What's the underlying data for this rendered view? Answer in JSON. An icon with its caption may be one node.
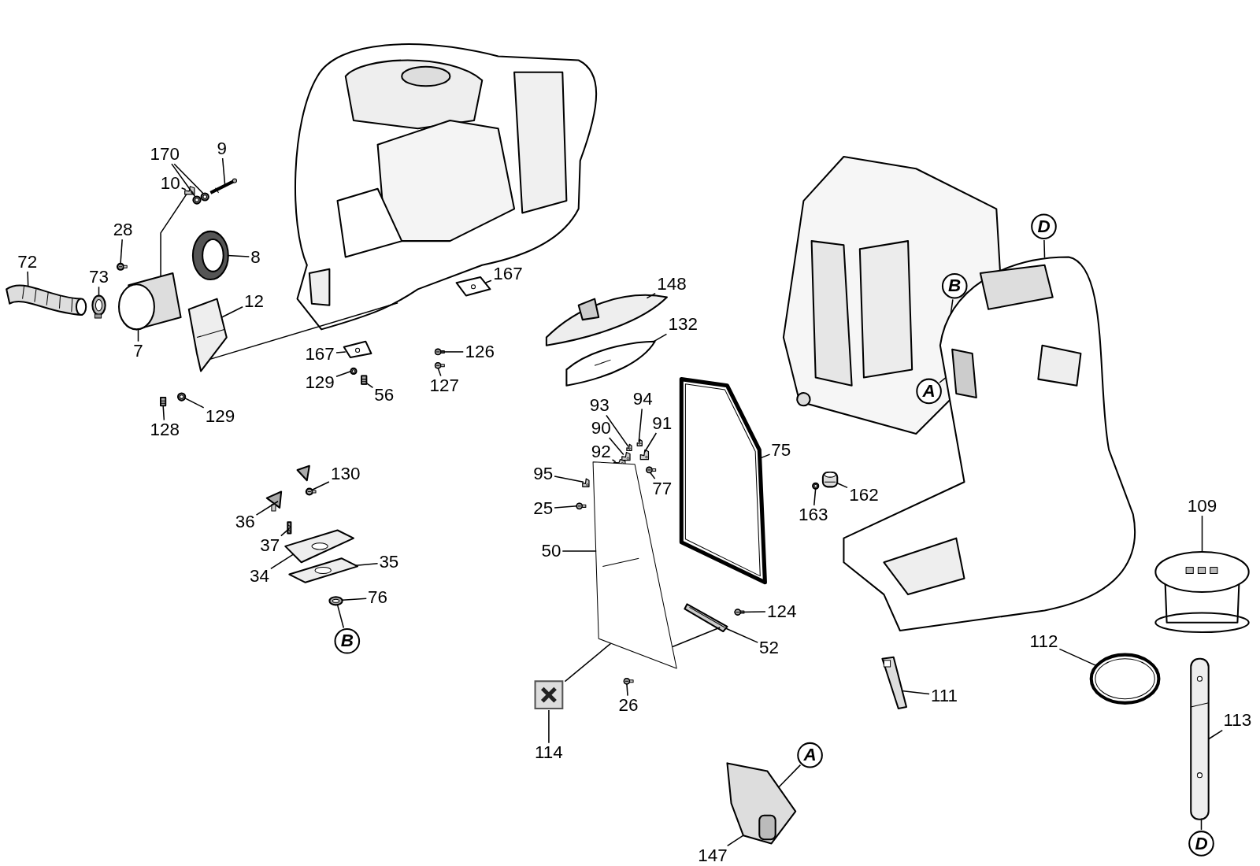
{
  "diagram": {
    "nodes": [
      {
        "text": [
          "170"
        ]
      },
      {
        "text": [
          "9"
        ]
      },
      {
        "text": [
          "10"
        ]
      },
      {
        "text": [
          "28"
        ]
      },
      {
        "text": [
          "72"
        ]
      },
      {
        "text": [
          "73"
        ]
      },
      {
        "text": [
          "8"
        ]
      },
      {
        "text": [
          "12"
        ]
      },
      {
        "text": [
          "7"
        ]
      },
      {
        "text": [
          "167"
        ]
      },
      {
        "text": [
          "148"
        ]
      },
      {
        "text": [
          "132"
        ]
      },
      {
        "text": [
          "167"
        ]
      },
      {
        "text": [
          "126"
        ]
      },
      {
        "text": [
          "129"
        ]
      },
      {
        "text": [
          "56"
        ]
      },
      {
        "text": [
          "127"
        ]
      },
      {
        "text": [
          "129"
        ]
      },
      {
        "text": [
          "128"
        ]
      },
      {
        "text": [
          "93"
        ]
      },
      {
        "text": [
          "94"
        ]
      },
      {
        "text": [
          "90"
        ]
      },
      {
        "text": [
          "91"
        ]
      },
      {
        "text": [
          "92"
        ]
      },
      {
        "text": [
          "75"
        ]
      },
      {
        "text": [
          "95"
        ]
      },
      {
        "text": [
          "77"
        ]
      },
      {
        "text": [
          "25"
        ]
      },
      {
        "text": [
          "50"
        ]
      },
      {
        "text": [
          "163"
        ]
      },
      {
        "text": [
          "162"
        ]
      },
      {
        "text": [
          "109"
        ]
      },
      {
        "text": [
          "130"
        ]
      },
      {
        "text": [
          "36"
        ]
      },
      {
        "text": [
          "37"
        ]
      },
      {
        "text": [
          "35"
        ]
      },
      {
        "text": [
          "34"
        ]
      },
      {
        "text": [
          "76"
        ]
      },
      {
        "text": [
          "B"
        ]
      },
      {
        "text": [
          "124"
        ]
      },
      {
        "text": [
          "52"
        ]
      },
      {
        "text": [
          "112"
        ]
      },
      {
        "text": [
          "111"
        ]
      },
      {
        "text": [
          "26"
        ]
      },
      {
        "text": [
          "113"
        ]
      },
      {
        "text": [
          "114"
        ]
      },
      {
        "text": [
          "A"
        ]
      },
      {
        "text": [
          "147"
        ]
      },
      {
        "text": [
          "D"
        ]
      },
      {
        "text": [
          "A"
        ]
      },
      {
        "text": [
          "B"
        ]
      },
      {
        "text": [
          "D"
        ]
      },
      {
        "text": [],
        "shape": "picture"
      },
      {
        "text": [],
        "shape": "picture"
      },
      {
        "text": [],
        "shape": "picture"
      },
      {
        "text": [],
        "shape": "picture"
      },
      {
        "text": [],
        "shape": "picture"
      },
      {
        "text": [],
        "shape": "picture"
      },
      {
        "text": [],
        "shape": "picture"
      },
      {
        "text": [],
        "shape": "picture"
      },
      {
        "text": [],
        "shape": "picture"
      },
      {
        "text": [],
        "shape": "picture"
      },
      {
        "text": [],
        "shape": "picture"
      },
      {
        "text": [],
        "shape": "picture"
      },
      {
        "text": [],
        "shape": "picture"
      },
      {
        "text": [],
        "shape": "picture"
      },
      {
        "text": [],
        "shape": "picture"
      },
      {
        "text": [],
        "shape": "picture"
      },
      {
        "text": [],
        "shape": "picture"
      },
      {
        "text": [],
        "shape": "picture"
      },
      {
        "text": [],
        "shape": "picture"
      },
      {
        "text": [],
        "shape": "picture"
      },
      {
        "text": [],
        "shape": "picture"
      },
      {
        "text": [],
        "shape": "picture"
      },
      {
        "text": [],
        "shape": "picture"
      },
      {
        "text": [],
        "shape": "picture"
      },
      {
        "text": [],
        "shape": "picture"
      },
      {
        "text": [],
        "shape": "picture"
      },
      {
        "text": [],
        "shape": "picture"
      },
      {
        "text": [],
        "shape": "picture"
      },
      {
        "text": [],
        "shape": "picture"
      },
      {
        "text": [],
        "shape": "picture"
      },
      {
        "text": [],
        "shape": "picture"
      },
      {
        "text": [],
        "shape": "picture"
      },
      {
        "text": [],
        "shape": "picture"
      },
      {
        "text": [],
        "shape": "picture"
      },
      {
        "text": [],
        "shape": "picture"
      },
      {
        "text": [],
        "shape": "picture"
      },
      {
        "text": [],
        "shape": "picture"
      },
      {
        "text": [],
        "shape": "picture"
      },
      {
        "text": [],
        "shape": "picture"
      },
      {
        "text": [],
        "shape": "picture"
      },
      {
        "text": [],
        "shape": "picture"
      },
      {
        "text": [],
        "shape": "picture"
      },
      {
        "text": [],
        "shape": "picture"
      },
      {
        "text": [],
        "shape": "picture"
      },
      {
        "text": [],
        "shape": "picture"
      },
      {
        "text": [],
        "shape": "picture"
      },
      {
        "text": [],
        "shape": "picture"
      },
      {
        "text": [],
        "shape": "picture"
      },
      {
        "text": [],
        "shape": "picture"
      }
    ],
    "edges": [
      {
        "from": 0,
        "to": 53,
        "arrow": "none"
      },
      {
        "from": 0,
        "to": 54,
        "arrow": "none"
      },
      {
        "from": 1,
        "to": 55,
        "arrow": "none"
      },
      {
        "from": 2,
        "to": 56,
        "arrow": "none"
      },
      {
        "from": 3,
        "to": 57,
        "arrow": "none"
      },
      {
        "from": 4,
        "to": 58,
        "arrow": "none"
      },
      {
        "from": 5,
        "to": 59,
        "arrow": "none"
      },
      {
        "from": 6,
        "to": 60,
        "arrow": "none"
      },
      {
        "from": 7,
        "to": 61,
        "arrow": "none"
      },
      {
        "from": 8,
        "to": 62,
        "arrow": "none"
      },
      {
        "from": 9,
        "to": 63,
        "arrow": "none"
      },
      {
        "from": 10,
        "to": 64,
        "arrow": "none"
      },
      {
        "from": 11,
        "to": 65,
        "arrow": "none"
      },
      {
        "from": 12,
        "to": 66,
        "arrow": "none"
      },
      {
        "from": 13,
        "to": 67,
        "arrow": "none"
      },
      {
        "from": 14,
        "to": 68,
        "arrow": "none"
      },
      {
        "from": 15,
        "to": 69,
        "arrow": "none"
      },
      {
        "from": 16,
        "to": 70,
        "arrow": "none"
      },
      {
        "from": 17,
        "to": 71,
        "arrow": "none"
      },
      {
        "from": 18,
        "to": 72,
        "arrow": "none"
      },
      {
        "from": 19,
        "to": 73,
        "arrow": "none"
      },
      {
        "from": 20,
        "to": 74,
        "arrow": "none"
      },
      {
        "from": 21,
        "to": 75,
        "arrow": "none"
      },
      {
        "from": 22,
        "to": 76,
        "arrow": "none"
      },
      {
        "from": 23,
        "to": 77,
        "arrow": "none"
      },
      {
        "from": 24,
        "to": 78,
        "arrow": "none"
      },
      {
        "from": 25,
        "to": 79,
        "arrow": "none"
      },
      {
        "from": 26,
        "to": 80,
        "arrow": "none"
      },
      {
        "from": 27,
        "to": 81,
        "arrow": "none"
      },
      {
        "from": 28,
        "to": 82,
        "arrow": "none"
      },
      {
        "from": 29,
        "to": 83,
        "arrow": "none"
      },
      {
        "from": 30,
        "to": 84,
        "arrow": "none"
      },
      {
        "from": 31,
        "to": 85,
        "arrow": "none"
      },
      {
        "from": 32,
        "to": 86,
        "arrow": "none"
      },
      {
        "from": 33,
        "to": 87,
        "arrow": "none"
      },
      {
        "from": 34,
        "to": 88,
        "arrow": "none"
      },
      {
        "from": 35,
        "to": 89,
        "arrow": "none"
      },
      {
        "from": 36,
        "to": 90,
        "arrow": "none"
      },
      {
        "from": 37,
        "to": 91,
        "arrow": "none"
      },
      {
        "from": 38,
        "to": 91,
        "arrow": "none"
      },
      {
        "from": 39,
        "to": 92,
        "arrow": "none"
      },
      {
        "from": 40,
        "to": 93,
        "arrow": "none"
      },
      {
        "from": 41,
        "to": 94,
        "arrow": "none"
      },
      {
        "from": 42,
        "to": 95,
        "arrow": "none"
      },
      {
        "from": 43,
        "to": 96,
        "arrow": "none"
      },
      {
        "from": 44,
        "to": 97,
        "arrow": "none"
      },
      {
        "from": 45,
        "to": 52,
        "arrow": "none"
      },
      {
        "from": 52,
        "to": 82,
        "arrow": "none"
      },
      {
        "from": 46,
        "to": 98,
        "arrow": "none"
      },
      {
        "from": 47,
        "to": 98,
        "arrow": "none"
      },
      {
        "from": 48,
        "to": 97,
        "arrow": "none"
      },
      {
        "from": 49,
        "to": 99,
        "arrow": "none"
      },
      {
        "from": 50,
        "to": 99,
        "arrow": "none"
      },
      {
        "from": 51,
        "to": 99,
        "arrow": "none"
      },
      {
        "from": 61,
        "to": 100,
        "arrow": "none"
      },
      {
        "from": 56,
        "to": 62,
        "arrow": "none"
      },
      {
        "from": 82,
        "to": 93,
        "arrow": "none"
      }
    ]
  }
}
